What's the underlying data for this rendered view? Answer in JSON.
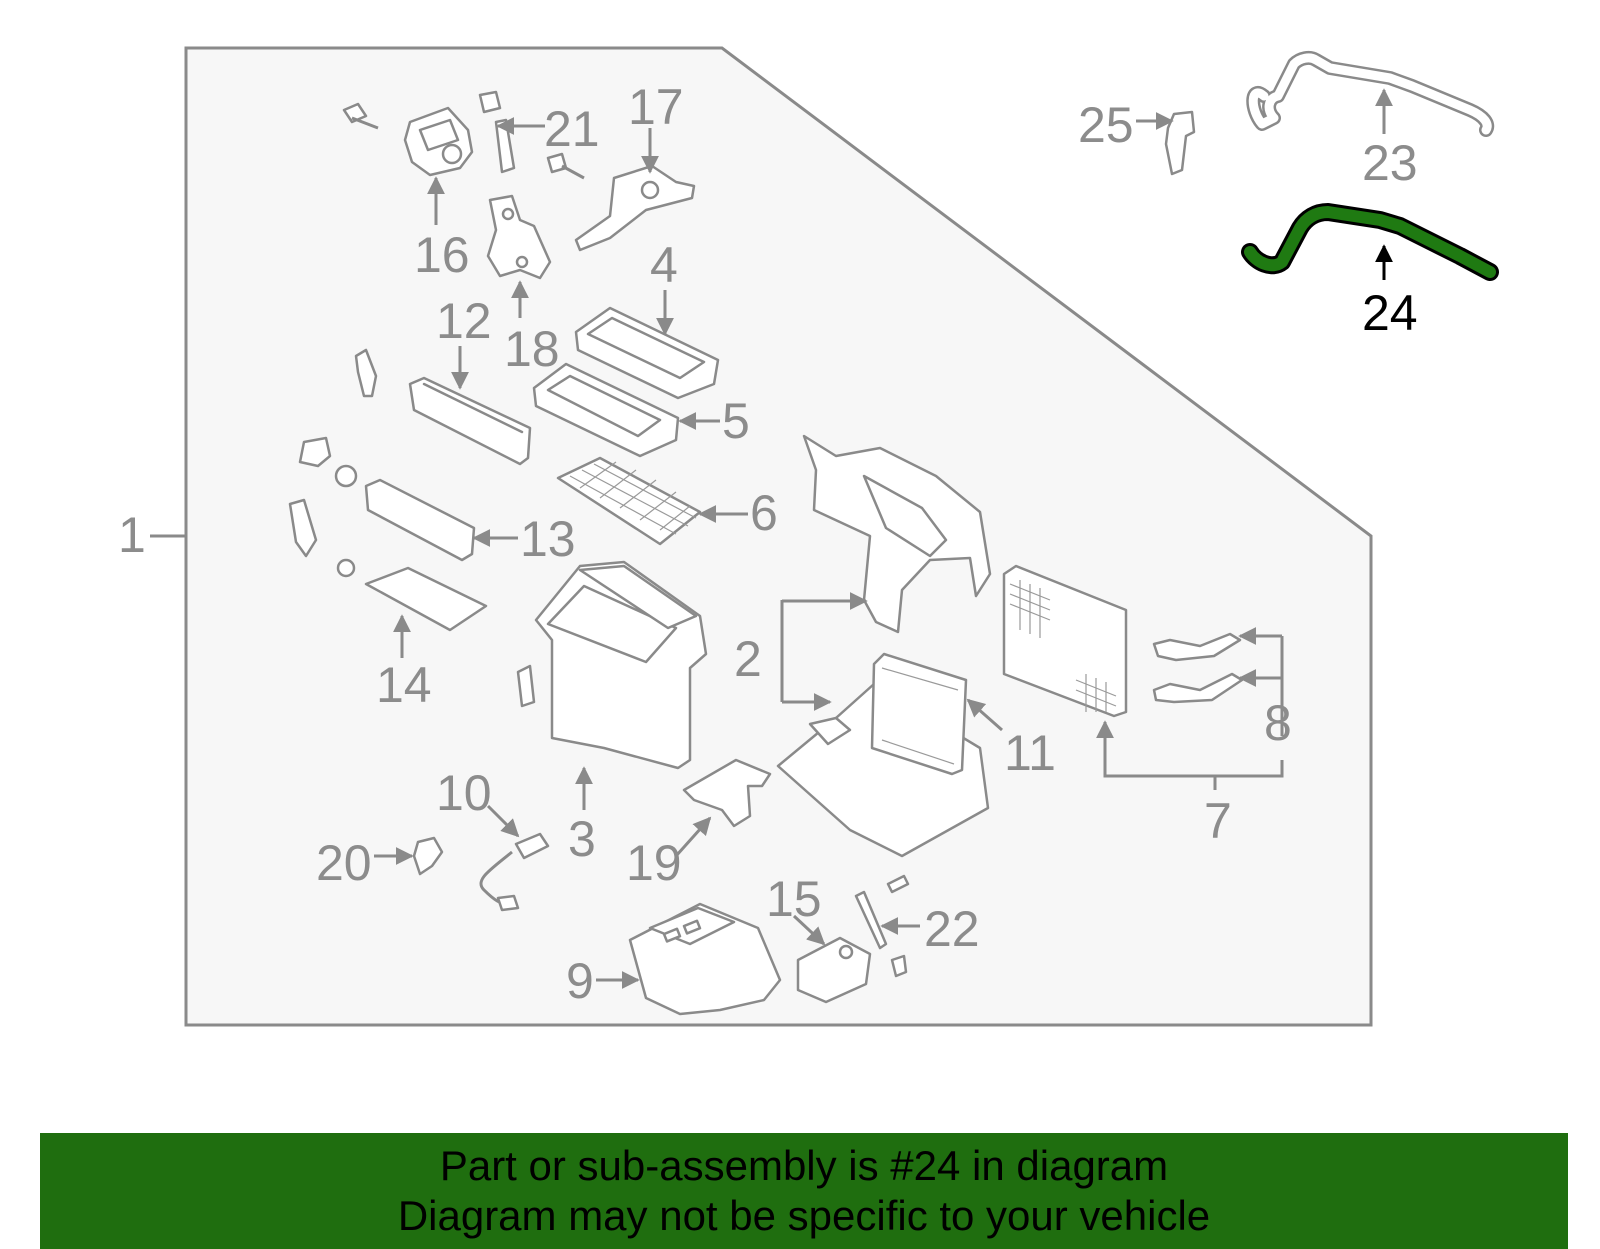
{
  "colors": {
    "highlight_part": "#1f7a12",
    "banner_bg": "#1f6e0f",
    "callout_gray": "#8c8c8c",
    "callout_highlight": "#000000"
  },
  "callouts": {
    "c1": "1",
    "c2": "2",
    "c3": "3",
    "c4": "4",
    "c5": "5",
    "c6": "6",
    "c7": "7",
    "c8": "8",
    "c9": "9",
    "c10": "10",
    "c11": "11",
    "c12": "12",
    "c13": "13",
    "c14": "14",
    "c15": "15",
    "c16": "16",
    "c17": "17",
    "c18": "18",
    "c19": "19",
    "c20": "20",
    "c21": "21",
    "c22": "22",
    "c23": "23",
    "c24": "24",
    "c25": "25"
  },
  "highlighted_callout": "24",
  "banner": {
    "line1": "Part or sub-assembly is #24 in diagram",
    "line2": "Diagram may not be specific to your vehicle"
  }
}
